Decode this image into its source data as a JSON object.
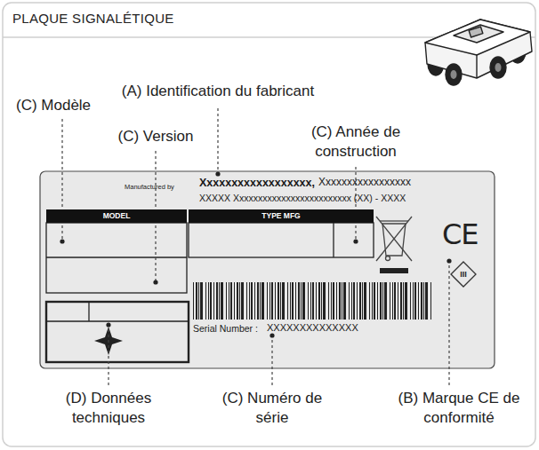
{
  "diagram": {
    "title": "PLAQUE SIGNALÉTIQUE",
    "nodes": [
      {
        "text": [
          "Manufactured by",
          "Xxxxxxxxxxxxxxxxxx,",
          "Xxxxxxxxxxxxxxxxx",
          "XXXXX Xxxxxxxxxxxxxxxxxxxxxxxxx (XX) - XXXX",
          "Serial Number :",
          "XXXXXXXXXXXXXX"
        ]
      },
      {
        "text": [
          "MODEL"
        ],
        "in": 0
      },
      {
        "text": [
          "TYPE MFG"
        ],
        "in": 0
      },
      {
        "text": [
          "III"
        ],
        "in": 0
      }
    ],
    "labels": [
      "(A) Identification du fabricant",
      "(C) Modèle",
      "(C) Version",
      "(C) Année de construction",
      "(D) Données techniques",
      "(C) Numéro de série",
      "(B) Marque CE de conformité",
      "CE"
    ]
  }
}
